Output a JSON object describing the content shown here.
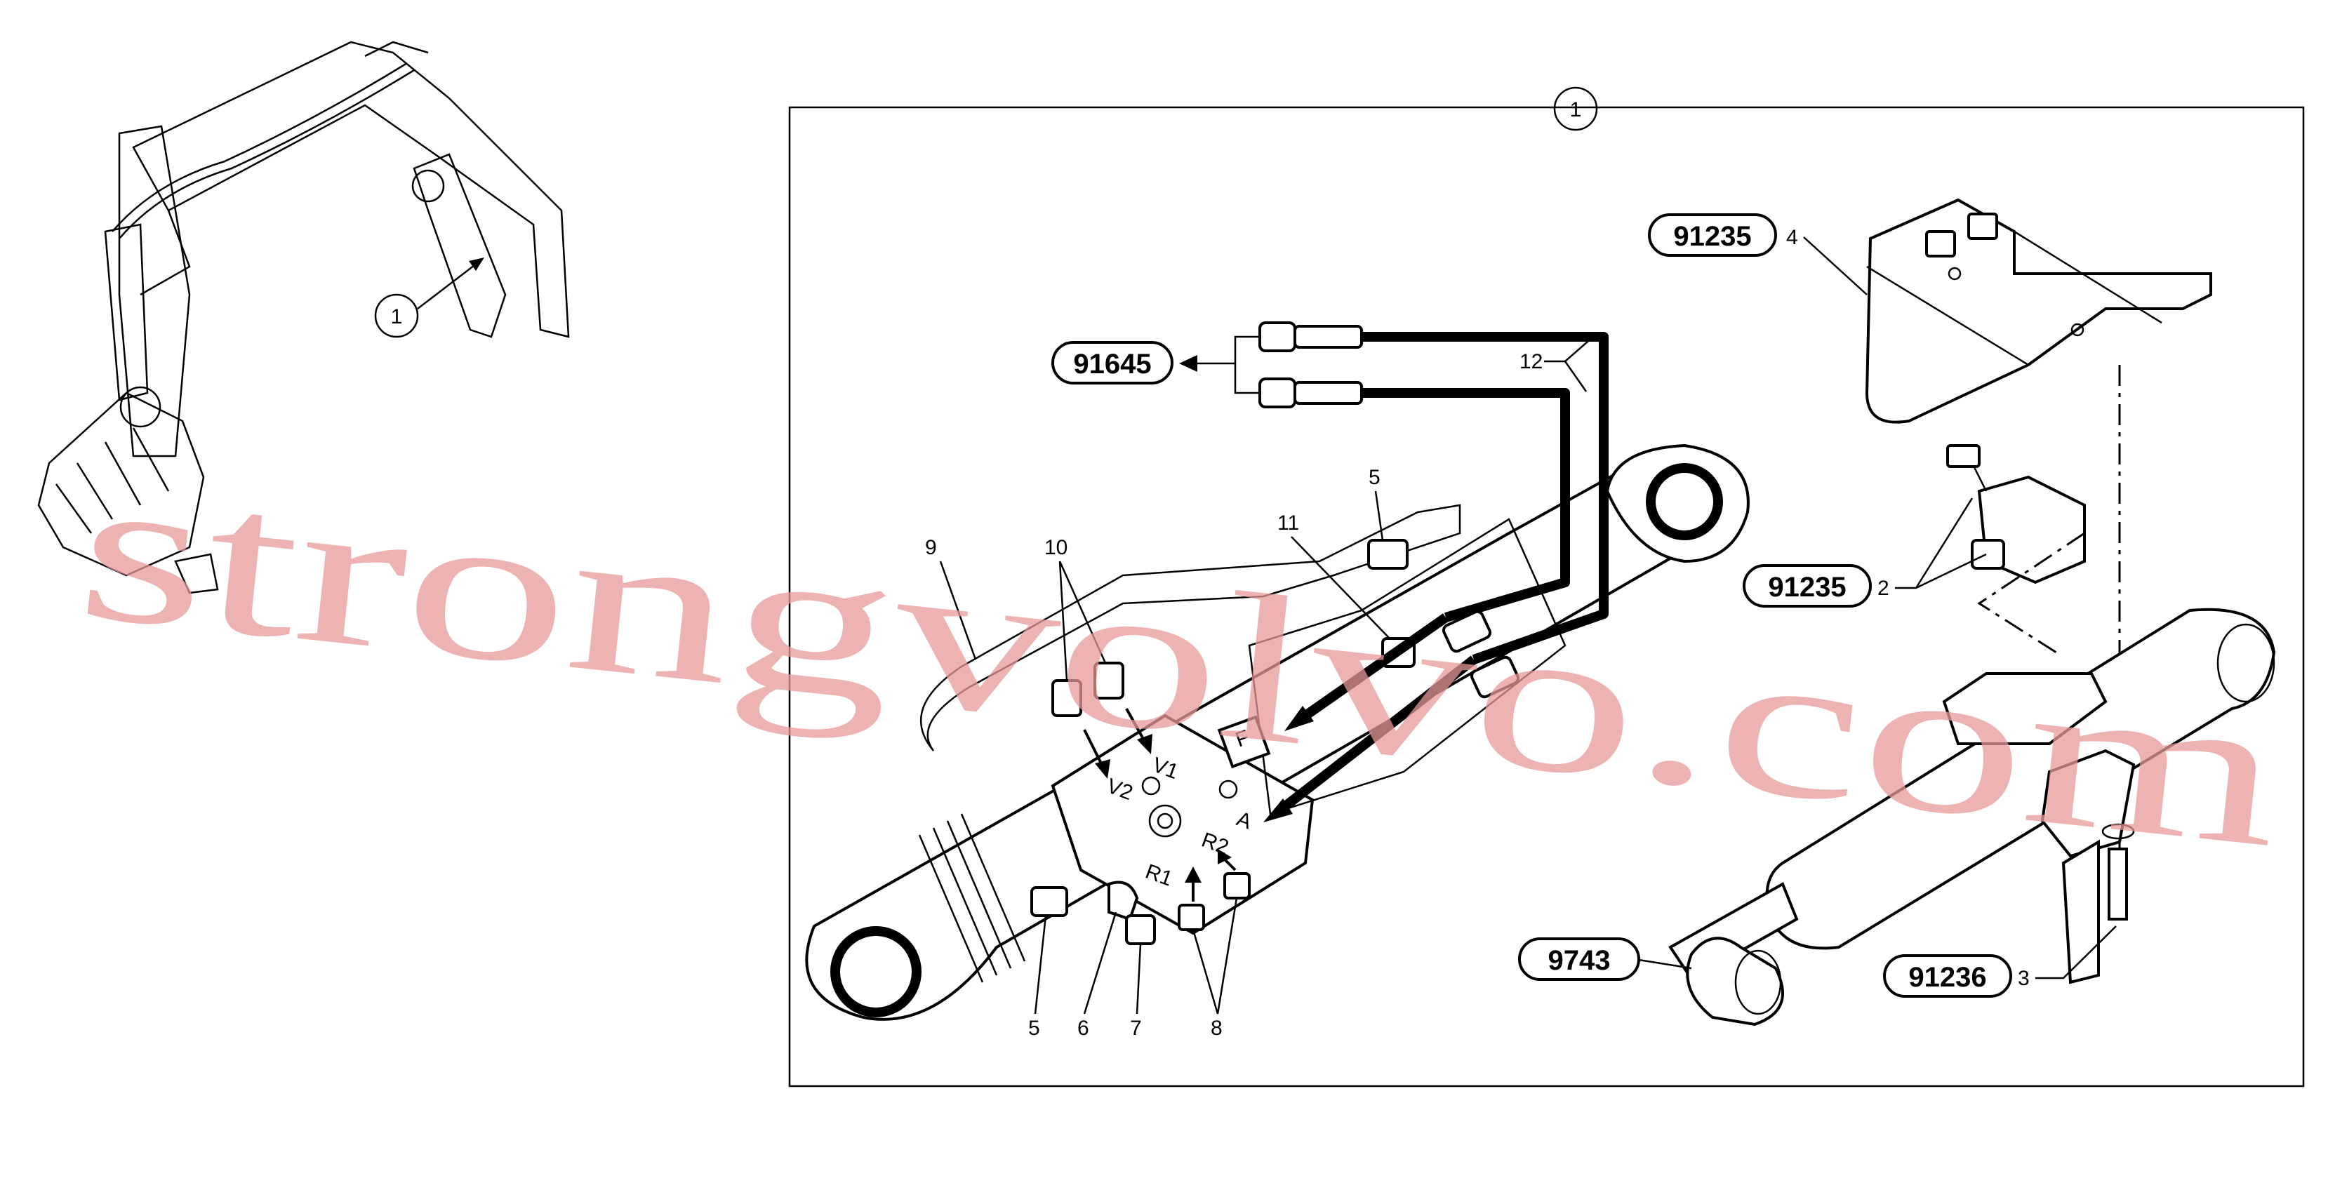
{
  "watermark": "strongvolvo.com",
  "part_numbers": {
    "hose_kit": "91645",
    "bracket": "91235",
    "valve": "91235",
    "bolt": "91236",
    "bushing": "9743"
  },
  "detail_reference": "1",
  "machine_reference": "1",
  "item_labels": {
    "bracket_item": "4",
    "valve_item": "2",
    "bolt_item": "3",
    "hoses_item": "12",
    "fitting_top": "5",
    "fitting_11": "11",
    "line_9": "9",
    "elbows_10": "10",
    "fitting_bottom_5": "5",
    "elbow_6": "6",
    "plug_7": "7",
    "fittings_8": "8"
  },
  "port_labels": {
    "v1": "V1",
    "v2": "V2",
    "r1": "R1",
    "r2": "R2",
    "a": "A",
    "f": "F"
  }
}
